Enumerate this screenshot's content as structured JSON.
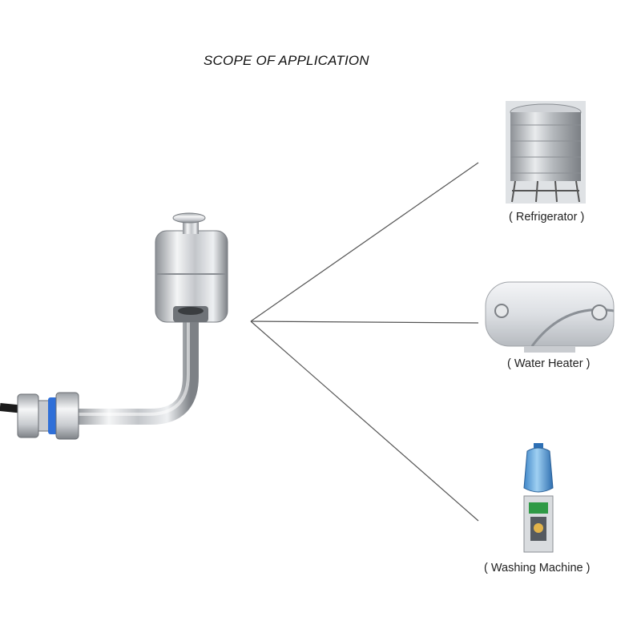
{
  "title": "SCOPE OF APPLICATION",
  "applications": [
    {
      "label": "( Refrigerator )",
      "image": "stainless-water-tank"
    },
    {
      "label": "( Water Heater )",
      "image": "electric-water-heater"
    },
    {
      "label": "( Washing Machine )",
      "image": "water-dispenser"
    }
  ],
  "product": {
    "image": "stainless-steel-float-level-switch"
  },
  "colors": {
    "line": "#555555",
    "steel": "#c9ccd0",
    "seal": "#2f6fd8",
    "cable": "#1b1b1b"
  }
}
